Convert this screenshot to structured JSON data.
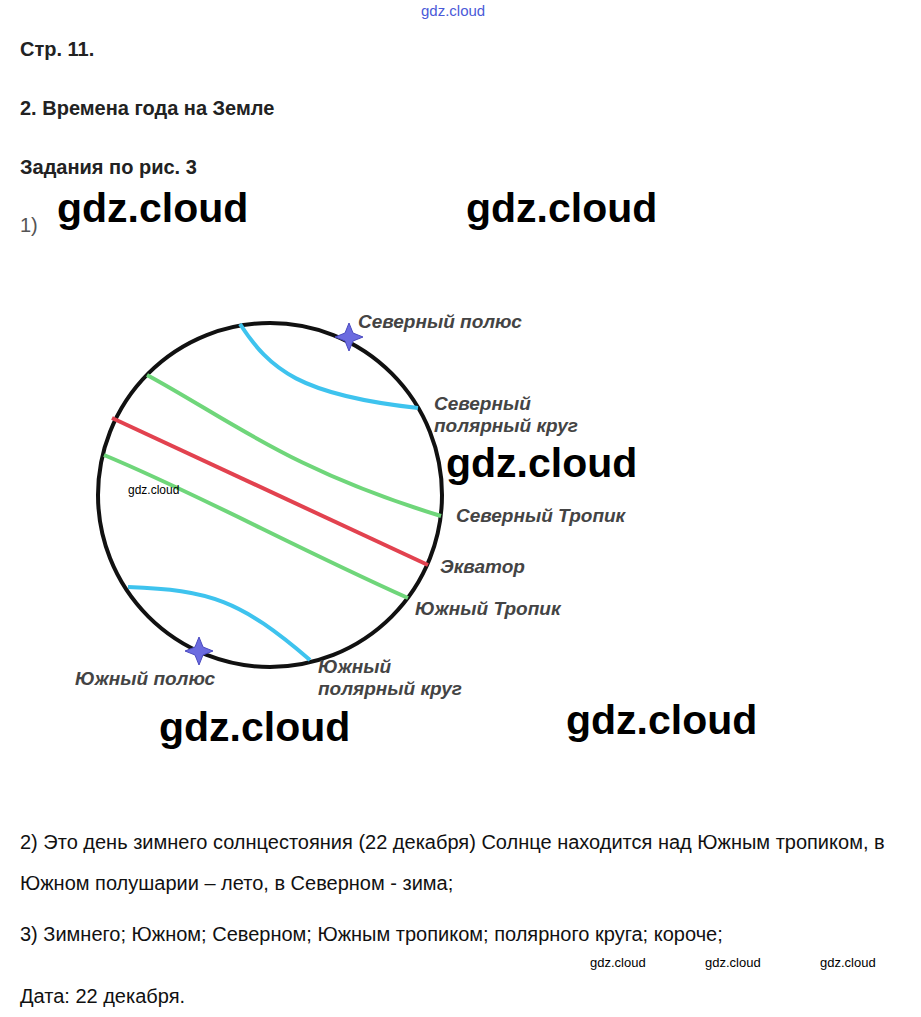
{
  "diagram": {
    "title": "2. Времена года на Земле",
    "labels": [
      "gdz.cloud",
      "Стр. 11.",
      "Задания по рис. 3",
      "1)",
      "gdz.cloud",
      "gdz.cloud",
      "Северный полюс",
      "Северный полярный круг",
      "gdz.cloud",
      "gdz.cloud",
      "Северный Тропик",
      "Экватор",
      "Южный Тропик",
      "Южный полюс",
      "Южный полярный круг",
      "gdz.cloud",
      "gdz.cloud",
      "2)  Это день зимнего солнцестояния (22 декабря) Солнце находится над Южным тропиком, в Южном полушарии – лето, в Северном - зима;",
      "3) Зимнего; Южном; Северном; Южным тропиком; полярного круга; короче;",
      "gdz.cloud",
      "gdz.cloud",
      "gdz.cloud",
      "Дата: 22 декабря."
    ]
  }
}
